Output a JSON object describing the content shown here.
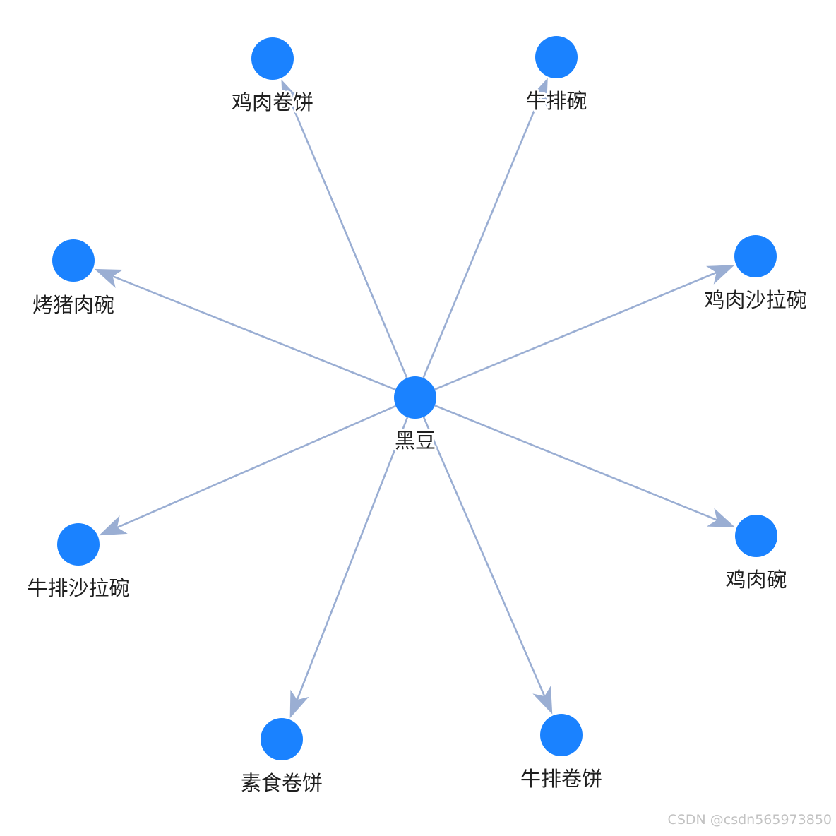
{
  "graph": {
    "center": {
      "id": "center",
      "label": "黑豆"
    },
    "nodes": [
      {
        "id": "n1",
        "label": "鸡肉卷饼"
      },
      {
        "id": "n2",
        "label": "牛排碗"
      },
      {
        "id": "n3",
        "label": "鸡肉沙拉碗"
      },
      {
        "id": "n4",
        "label": "鸡肉碗"
      },
      {
        "id": "n5",
        "label": "牛排卷饼"
      },
      {
        "id": "n6",
        "label": "素食卷饼"
      },
      {
        "id": "n7",
        "label": "牛排沙拉碗"
      },
      {
        "id": "n8",
        "label": "烤猪肉碗"
      }
    ],
    "edges": [
      {
        "from": "center",
        "to": "n1"
      },
      {
        "from": "center",
        "to": "n2"
      },
      {
        "from": "center",
        "to": "n3"
      },
      {
        "from": "center",
        "to": "n4"
      },
      {
        "from": "center",
        "to": "n5"
      },
      {
        "from": "center",
        "to": "n6"
      },
      {
        "from": "center",
        "to": "n7"
      },
      {
        "from": "center",
        "to": "n8"
      }
    ]
  },
  "colors": {
    "node": "#1a82ff",
    "edge": "#9aaed3",
    "label": "#1f1f1f",
    "watermark": "#c2c2c2"
  },
  "watermark": {
    "text": "CSDN @csdn565973850"
  }
}
